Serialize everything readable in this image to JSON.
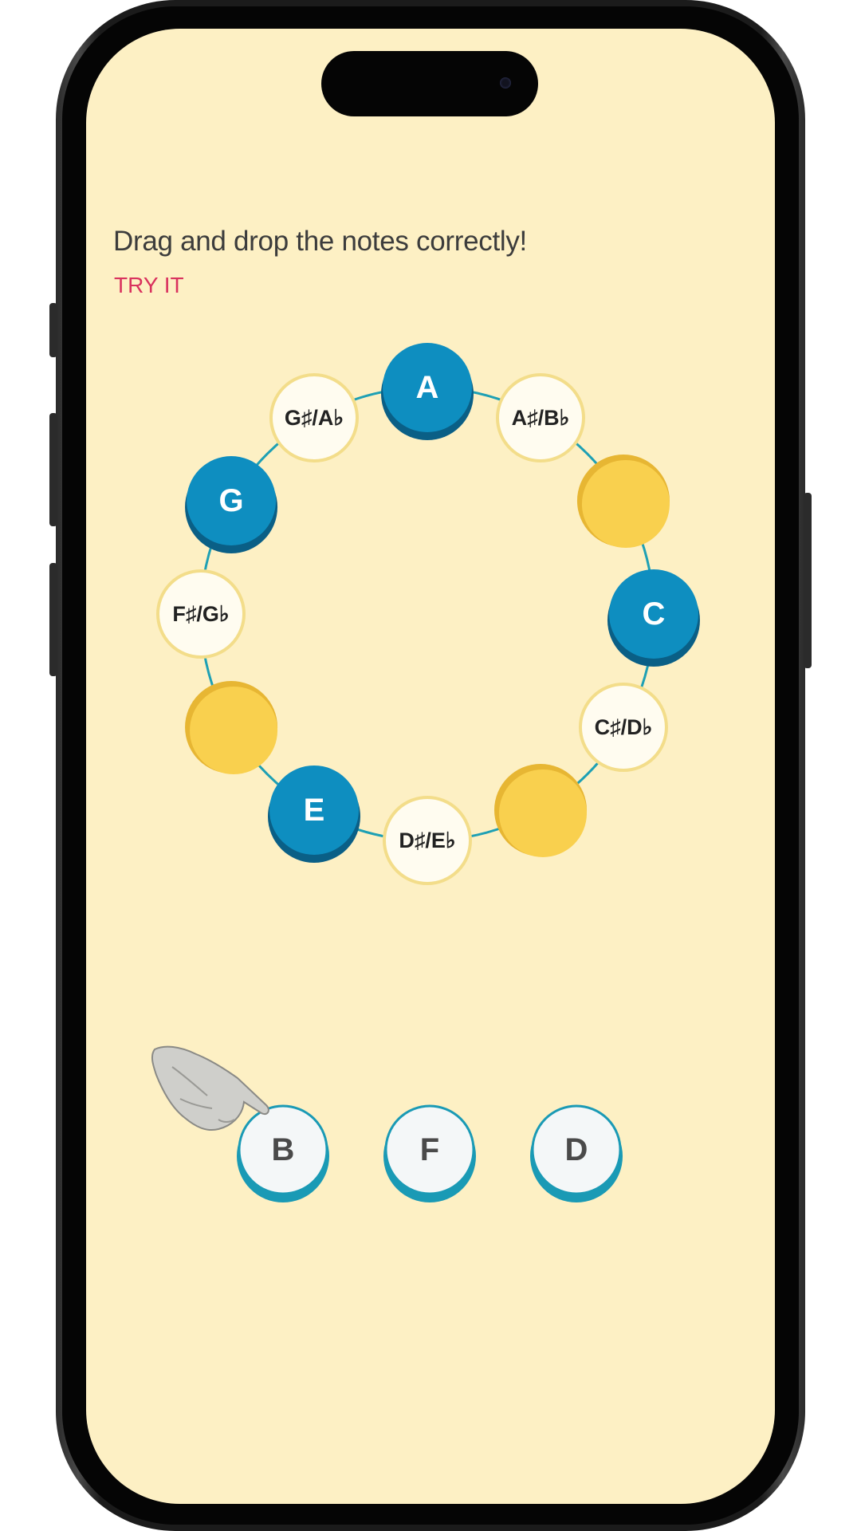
{
  "prompt": {
    "instruction": "Drag and drop the notes correctly!",
    "action_label": "TRY IT"
  },
  "colors": {
    "background": "#fdf0c4",
    "filled_note": "#0e8ec0",
    "filled_note_shadow": "#0a5f86",
    "empty_slot": "#f9d04e",
    "empty_slot_shadow": "#e7b633",
    "sharp_note_fill": "#fffcf0",
    "sharp_note_border": "#f3dd8a",
    "ring_line": "#1ea0b4",
    "draggable_border": "#1a9ab5",
    "accent_text": "#d9325e"
  },
  "wheel": {
    "notes": [
      {
        "label": "A",
        "kind": "filled"
      },
      {
        "label": "A♯/B♭",
        "kind": "sharp"
      },
      {
        "label": "",
        "kind": "empty"
      },
      {
        "label": "C",
        "kind": "filled"
      },
      {
        "label": "C♯/D♭",
        "kind": "sharp"
      },
      {
        "label": "",
        "kind": "empty"
      },
      {
        "label": "D♯/E♭",
        "kind": "sharp"
      },
      {
        "label": "E",
        "kind": "filled"
      },
      {
        "label": "",
        "kind": "empty"
      },
      {
        "label": "F♯/G♭",
        "kind": "sharp"
      },
      {
        "label": "G",
        "kind": "filled"
      },
      {
        "label": "G♯/A♭",
        "kind": "sharp"
      }
    ]
  },
  "draggables": [
    {
      "label": "B"
    },
    {
      "label": "F"
    },
    {
      "label": "D"
    }
  ],
  "icons": {
    "pointer": "pointing-hand-icon"
  }
}
